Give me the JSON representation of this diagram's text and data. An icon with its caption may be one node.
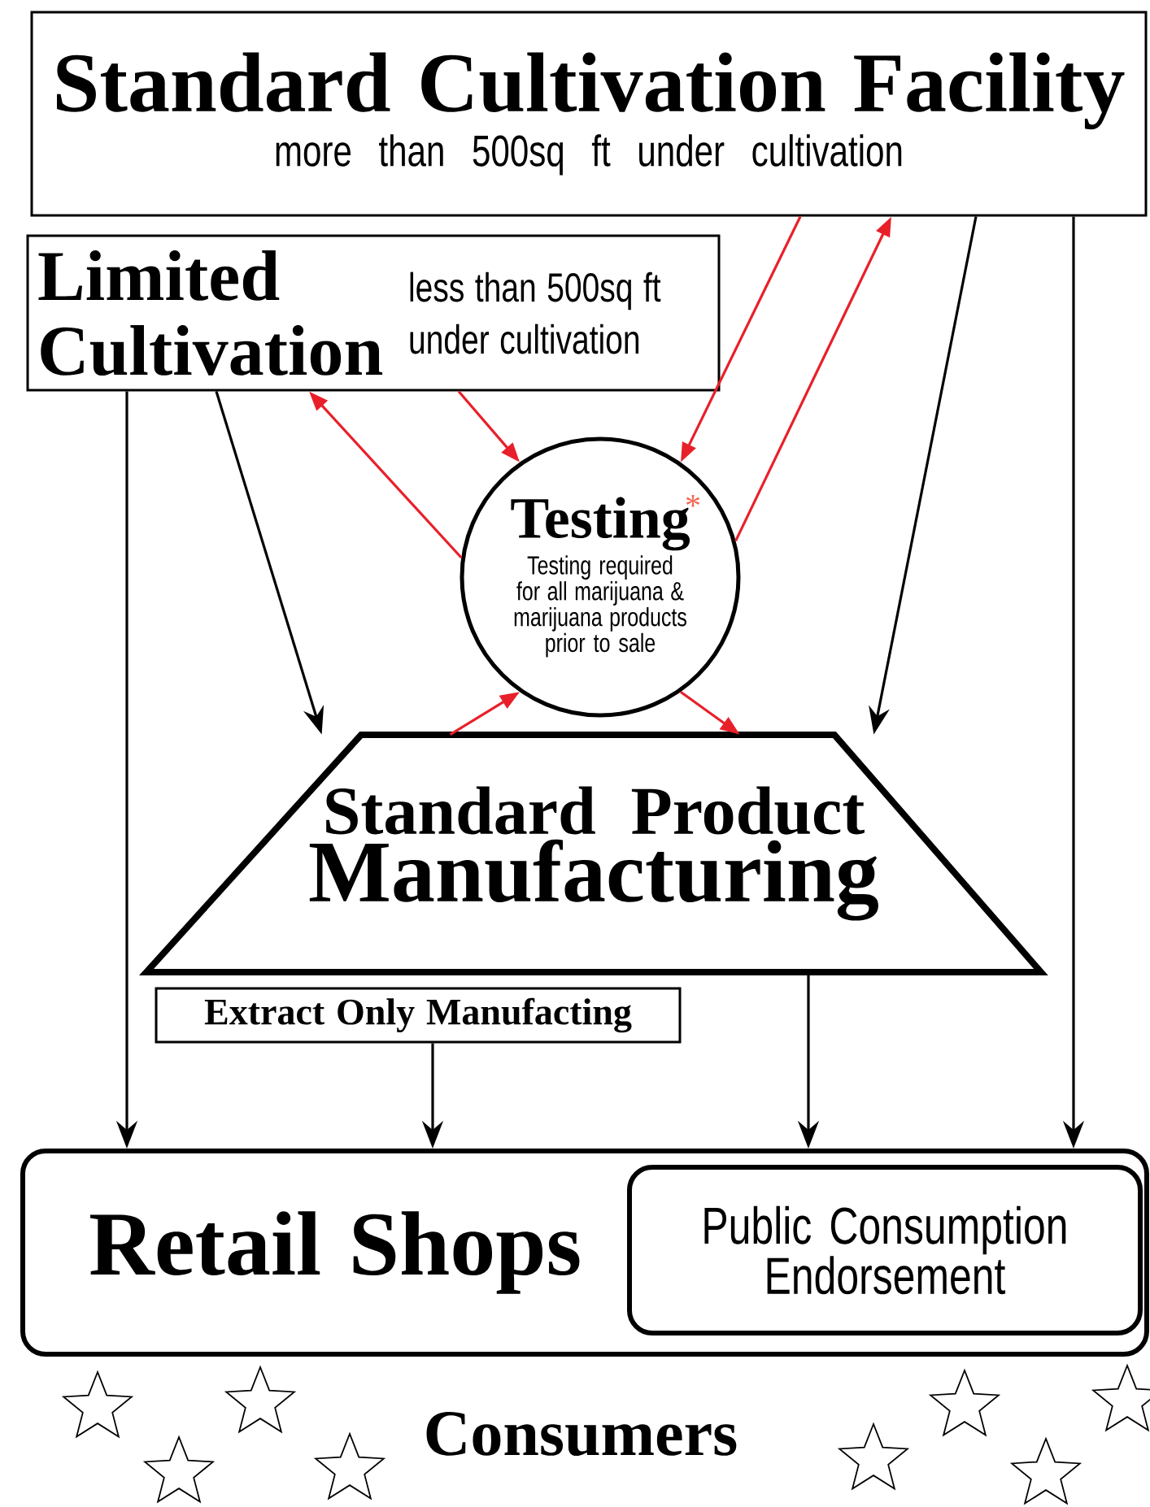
{
  "diagram": {
    "nodes": [
      {
        "text": [
          "Standard Cultivation Facility",
          "more than 500sq ft under cultivation"
        ]
      },
      {
        "text": [
          "Limited Cultivation",
          "less than 500sq ft under cultivation"
        ]
      },
      {
        "text": [
          "Testing",
          "Testing required for all marijuana & marijuana products prior to sale"
        ]
      },
      {
        "text": [
          "Standard Product",
          "Manufacturing"
        ]
      },
      {
        "text": [
          "Extract Only Manufacting"
        ]
      },
      {
        "text": [
          "Retail Shops"
        ]
      },
      {
        "text": [
          "Public Consumption Endorsement"
        ],
        "in": 5
      }
    ],
    "edges": [
      {
        "from": 1,
        "to": 5,
        "arrow": "to"
      },
      {
        "from": 1,
        "to": 3,
        "arrow": "to"
      },
      {
        "from": 0,
        "to": 3,
        "arrow": "to"
      },
      {
        "from": 0,
        "to": 5,
        "arrow": "to"
      },
      {
        "from": 4,
        "to": 5,
        "arrow": "to"
      },
      {
        "from": 3,
        "to": 5,
        "arrow": "to"
      },
      {
        "from": 2,
        "to": 1,
        "arrow": "to",
        "color": "#e8202a"
      },
      {
        "from": 1,
        "to": 2,
        "arrow": "to",
        "color": "#e8202a"
      },
      {
        "from": 0,
        "to": 2,
        "arrow": "to",
        "color": "#e8202a"
      },
      {
        "from": 2,
        "to": 0,
        "arrow": "to",
        "color": "#e8202a"
      },
      {
        "from": 3,
        "to": 2,
        "arrow": "to",
        "color": "#e8202a"
      },
      {
        "from": 2,
        "to": 3,
        "arrow": "to",
        "color": "#e8202a"
      }
    ],
    "labels": [
      "*",
      "Consumers"
    ]
  }
}
